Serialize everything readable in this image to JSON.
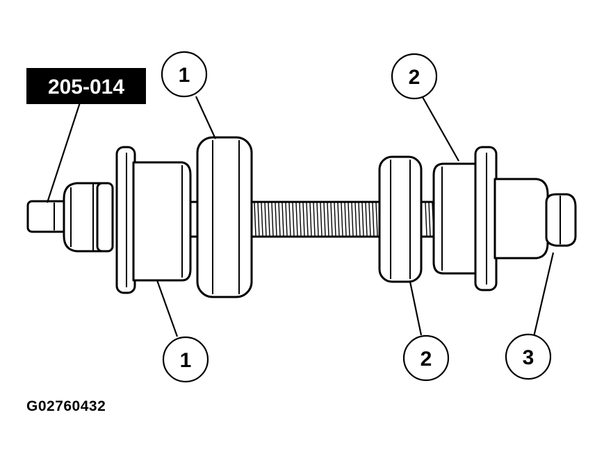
{
  "tool_number": "205-014",
  "figure_id": "G02760432",
  "callouts": [
    {
      "label": "1"
    },
    {
      "label": "1"
    },
    {
      "label": "2"
    },
    {
      "label": "2"
    },
    {
      "label": "3"
    }
  ],
  "colors": {
    "ink": "#000000",
    "background": "#ffffff",
    "label_box": "#000000",
    "label_text": "#ffffff"
  }
}
